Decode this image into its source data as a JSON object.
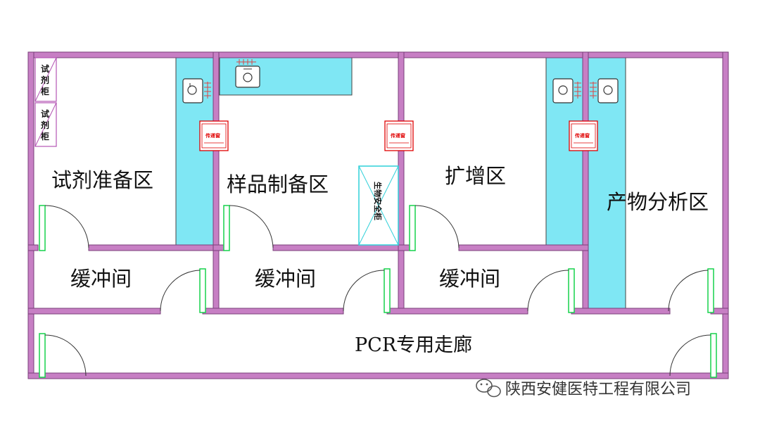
{
  "rooms": {
    "reagent_prep": "试剂准备区",
    "sample_prep": "样品制备区",
    "amplification": "扩增区",
    "product_analysis": "产物分析区",
    "buffer_1": "缓冲间",
    "buffer_2": "缓冲间",
    "buffer_3": "缓冲间",
    "corridor": "PCR专用走廊"
  },
  "equipment": {
    "reagent_cabinet_1": [
      "试",
      "剂",
      "柜"
    ],
    "reagent_cabinet_2": [
      "试",
      "剂",
      "柜"
    ],
    "pass_window_1": "传递窗",
    "pass_window_2": "传递窗",
    "pass_window_3": "传递窗",
    "biosafety_cabinet": "生物安全柜"
  },
  "watermark": {
    "text": "陕西安健医特工程有限公司",
    "icon": "wechat-icon"
  },
  "colors": {
    "wall": "#c77fc4",
    "wall_edge": "#7a3f7a",
    "bench": "#7fe7f4",
    "door": "#16d24c",
    "pass_window": "#e00000"
  }
}
